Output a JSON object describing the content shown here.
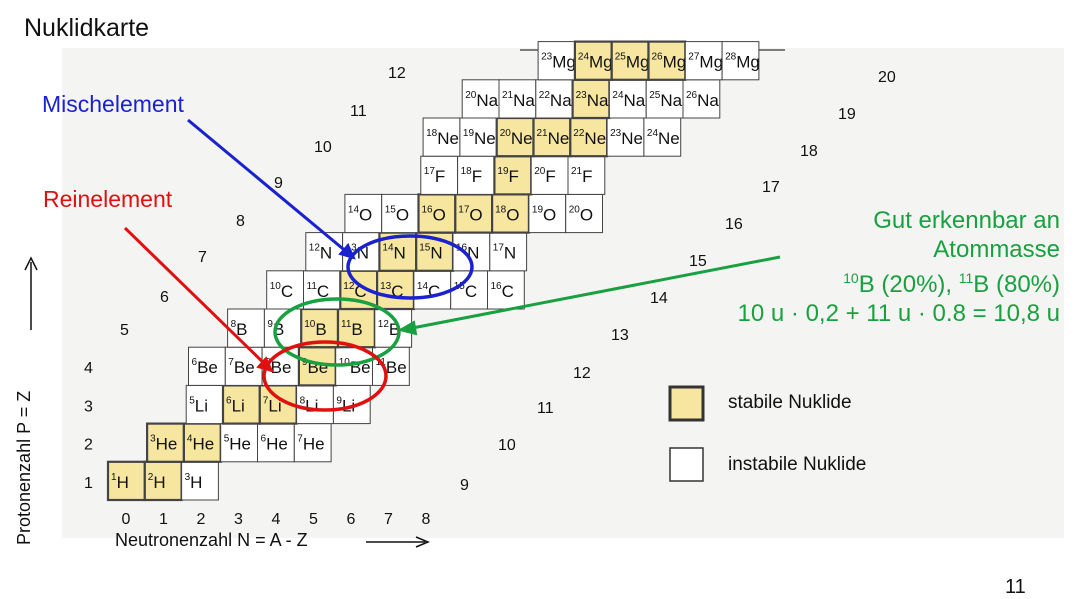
{
  "title": "Nuklidkarte",
  "labels": {
    "mischelement": "Mischelement",
    "reinelement": "Reinelement",
    "x_axis": "Neutronenzahl N = A - Z",
    "y_axis": "Protonenzahl P = Z",
    "page_number": "11"
  },
  "annotation": {
    "line1": "Gut erkennbar an",
    "line2": "Atommasse",
    "iso1_mass": "10",
    "iso1_rest": "B (20%), ",
    "iso2_mass": "11",
    "iso2_rest": "B (80%)",
    "calc": "10 u · 0,2 + 11 u · 0.8 = 10,8 u"
  },
  "legend": {
    "stable": "stabile Nuklide",
    "unstable": "instabile Nuklide"
  },
  "colors": {
    "stable_fill": "#f6e6a0",
    "blue": "#1a22d0",
    "red": "#e01010",
    "green": "#19a040"
  },
  "x_ticks": [
    "0",
    "1",
    "2",
    "3",
    "4",
    "5",
    "6",
    "7",
    "8"
  ],
  "y_ticks": [
    "1",
    "2",
    "3",
    "4",
    "5"
  ],
  "diagonal_labels": [
    "6",
    "7",
    "8",
    "9",
    "10",
    "11",
    "12",
    "9",
    "10",
    "11",
    "12",
    "13",
    "14",
    "15",
    "16",
    "17",
    "18",
    "19",
    "20"
  ],
  "nuclides": [
    {
      "Z": 1,
      "N": 0,
      "sym": "H",
      "A": "1",
      "stable": true
    },
    {
      "Z": 1,
      "N": 1,
      "sym": "H",
      "A": "2",
      "stable": true
    },
    {
      "Z": 1,
      "N": 2,
      "sym": "H",
      "A": "3",
      "stable": false
    },
    {
      "Z": 2,
      "N": 1,
      "sym": "He",
      "A": "3",
      "stable": true
    },
    {
      "Z": 2,
      "N": 2,
      "sym": "He",
      "A": "4",
      "stable": true
    },
    {
      "Z": 2,
      "N": 3,
      "sym": "He",
      "A": "5",
      "stable": false
    },
    {
      "Z": 2,
      "N": 4,
      "sym": "He",
      "A": "6",
      "stable": false
    },
    {
      "Z": 2,
      "N": 5,
      "sym": "He",
      "A": "7",
      "stable": false
    },
    {
      "Z": 3,
      "N": 2,
      "sym": "Li",
      "A": "5",
      "stable": false
    },
    {
      "Z": 3,
      "N": 3,
      "sym": "Li",
      "A": "6",
      "stable": true
    },
    {
      "Z": 3,
      "N": 4,
      "sym": "Li",
      "A": "7",
      "stable": true
    },
    {
      "Z": 3,
      "N": 5,
      "sym": "Li",
      "A": "8",
      "stable": false
    },
    {
      "Z": 3,
      "N": 6,
      "sym": "Li",
      "A": "9",
      "stable": false
    },
    {
      "Z": 4,
      "N": 2,
      "sym": "Be",
      "A": "6",
      "stable": false
    },
    {
      "Z": 4,
      "N": 3,
      "sym": "Be",
      "A": "7",
      "stable": false
    },
    {
      "Z": 4,
      "N": 4,
      "sym": "Be",
      "A": "8",
      "stable": false
    },
    {
      "Z": 4,
      "N": 5,
      "sym": "Be",
      "A": "9",
      "stable": true
    },
    {
      "Z": 4,
      "N": 6,
      "sym": "Be",
      "A": "10",
      "stable": false
    },
    {
      "Z": 4,
      "N": 7,
      "sym": "Be",
      "A": "11",
      "stable": false
    },
    {
      "Z": 5,
      "N": 3,
      "sym": "B",
      "A": "8",
      "stable": false
    },
    {
      "Z": 5,
      "N": 4,
      "sym": "B",
      "A": "9",
      "stable": false
    },
    {
      "Z": 5,
      "N": 5,
      "sym": "B",
      "A": "10",
      "stable": true
    },
    {
      "Z": 5,
      "N": 6,
      "sym": "B",
      "A": "11",
      "stable": true
    },
    {
      "Z": 5,
      "N": 7,
      "sym": "B",
      "A": "12",
      "stable": false
    },
    {
      "Z": 6,
      "N": 4,
      "sym": "C",
      "A": "10",
      "stable": false
    },
    {
      "Z": 6,
      "N": 5,
      "sym": "C",
      "A": "11",
      "stable": false
    },
    {
      "Z": 6,
      "N": 6,
      "sym": "C",
      "A": "12",
      "stable": true
    },
    {
      "Z": 6,
      "N": 7,
      "sym": "C",
      "A": "13",
      "stable": true
    },
    {
      "Z": 6,
      "N": 8,
      "sym": "C",
      "A": "14",
      "stable": false
    },
    {
      "Z": 6,
      "N": 9,
      "sym": "C",
      "A": "15",
      "stable": false
    },
    {
      "Z": 6,
      "N": 10,
      "sym": "C",
      "A": "16",
      "stable": false
    },
    {
      "Z": 7,
      "N": 5,
      "sym": "N",
      "A": "12",
      "stable": false
    },
    {
      "Z": 7,
      "N": 6,
      "sym": "N",
      "A": "13",
      "stable": false
    },
    {
      "Z": 7,
      "N": 7,
      "sym": "N",
      "A": "14",
      "stable": true
    },
    {
      "Z": 7,
      "N": 8,
      "sym": "N",
      "A": "15",
      "stable": true
    },
    {
      "Z": 7,
      "N": 9,
      "sym": "N",
      "A": "16",
      "stable": false
    },
    {
      "Z": 7,
      "N": 10,
      "sym": "N",
      "A": "17",
      "stable": false
    },
    {
      "Z": 8,
      "N": 6,
      "sym": "O",
      "A": "14",
      "stable": false
    },
    {
      "Z": 8,
      "N": 7,
      "sym": "O",
      "A": "15",
      "stable": false
    },
    {
      "Z": 8,
      "N": 8,
      "sym": "O",
      "A": "16",
      "stable": true
    },
    {
      "Z": 8,
      "N": 9,
      "sym": "O",
      "A": "17",
      "stable": true
    },
    {
      "Z": 8,
      "N": 10,
      "sym": "O",
      "A": "18",
      "stable": true
    },
    {
      "Z": 8,
      "N": 11,
      "sym": "O",
      "A": "19",
      "stable": false
    },
    {
      "Z": 8,
      "N": 12,
      "sym": "O",
      "A": "20",
      "stable": false
    },
    {
      "Z": 9,
      "N": 8,
      "sym": "F",
      "A": "17",
      "stable": false
    },
    {
      "Z": 9,
      "N": 9,
      "sym": "F",
      "A": "18",
      "stable": false
    },
    {
      "Z": 9,
      "N": 10,
      "sym": "F",
      "A": "19",
      "stable": true
    },
    {
      "Z": 9,
      "N": 11,
      "sym": "F",
      "A": "20",
      "stable": false
    },
    {
      "Z": 9,
      "N": 12,
      "sym": "F",
      "A": "21",
      "stable": false
    },
    {
      "Z": 10,
      "N": 8,
      "sym": "Ne",
      "A": "18",
      "stable": false
    },
    {
      "Z": 10,
      "N": 9,
      "sym": "Ne",
      "A": "19",
      "stable": false
    },
    {
      "Z": 10,
      "N": 10,
      "sym": "Ne",
      "A": "20",
      "stable": true
    },
    {
      "Z": 10,
      "N": 11,
      "sym": "Ne",
      "A": "21",
      "stable": true
    },
    {
      "Z": 10,
      "N": 12,
      "sym": "Ne",
      "A": "22",
      "stable": true
    },
    {
      "Z": 10,
      "N": 13,
      "sym": "Ne",
      "A": "23",
      "stable": false
    },
    {
      "Z": 10,
      "N": 14,
      "sym": "Ne",
      "A": "24",
      "stable": false
    },
    {
      "Z": 11,
      "N": 9,
      "sym": "Na",
      "A": "20",
      "stable": false
    },
    {
      "Z": 11,
      "N": 10,
      "sym": "Na",
      "A": "21",
      "stable": false
    },
    {
      "Z": 11,
      "N": 11,
      "sym": "Na",
      "A": "22",
      "stable": false
    },
    {
      "Z": 11,
      "N": 12,
      "sym": "Na",
      "A": "23",
      "stable": true
    },
    {
      "Z": 11,
      "N": 13,
      "sym": "Na",
      "A": "24",
      "stable": false
    },
    {
      "Z": 11,
      "N": 14,
      "sym": "Na",
      "A": "25",
      "stable": false
    },
    {
      "Z": 11,
      "N": 15,
      "sym": "Na",
      "A": "26",
      "stable": false
    },
    {
      "Z": 12,
      "N": 11,
      "sym": "Mg",
      "A": "23",
      "stable": false
    },
    {
      "Z": 12,
      "N": 12,
      "sym": "Mg",
      "A": "24",
      "stable": true
    },
    {
      "Z": 12,
      "N": 13,
      "sym": "Mg",
      "A": "25",
      "stable": true
    },
    {
      "Z": 12,
      "N": 14,
      "sym": "Mg",
      "A": "26",
      "stable": true
    },
    {
      "Z": 12,
      "N": 15,
      "sym": "Mg",
      "A": "27",
      "stable": false
    },
    {
      "Z": 12,
      "N": 16,
      "sym": "Mg",
      "A": "28",
      "stable": false
    }
  ]
}
